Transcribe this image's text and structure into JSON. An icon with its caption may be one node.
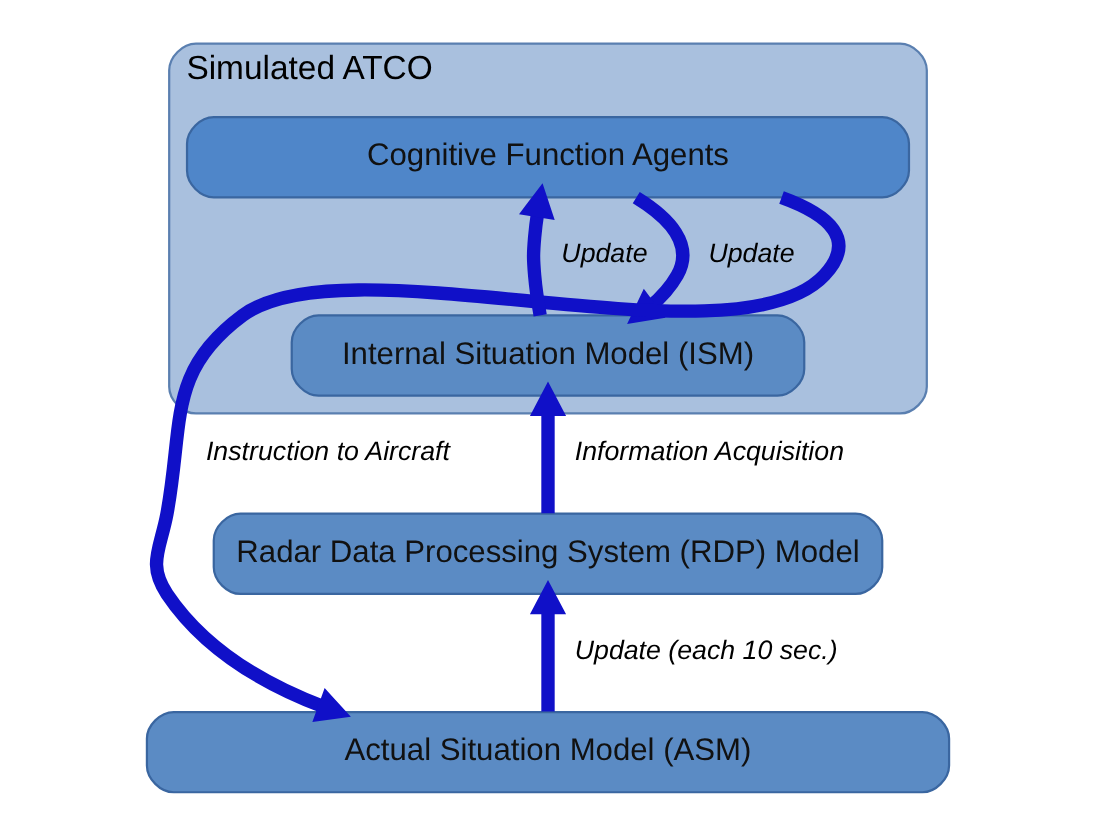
{
  "diagram": {
    "nodes": [
      {
        "text": [
          "Simulated ATCO"
        ]
      },
      {
        "text": [
          "Cognitive Function Agents"
        ],
        "in": 0
      },
      {
        "text": [
          "Internal Situation Model (ISM)"
        ],
        "in": 0
      },
      {
        "text": [
          "Radar Data Processing System (RDP) Model"
        ]
      },
      {
        "text": [
          "Actual Situation Model (ASM)"
        ]
      }
    ],
    "edges": [
      {
        "from": 1,
        "to": 2,
        "arrow": "to",
        "label": "Update"
      },
      {
        "from": 2,
        "to": 1,
        "arrow": "to",
        "label": "Update"
      },
      {
        "from": 3,
        "to": 2,
        "arrow": "to",
        "label": "Information Acquisition"
      },
      {
        "from": 4,
        "to": 3,
        "arrow": "to",
        "label": "Update (each 10 sec.)"
      },
      {
        "from": 1,
        "to": 4,
        "arrow": "to",
        "label": "Instruction to Aircraft"
      }
    ]
  }
}
